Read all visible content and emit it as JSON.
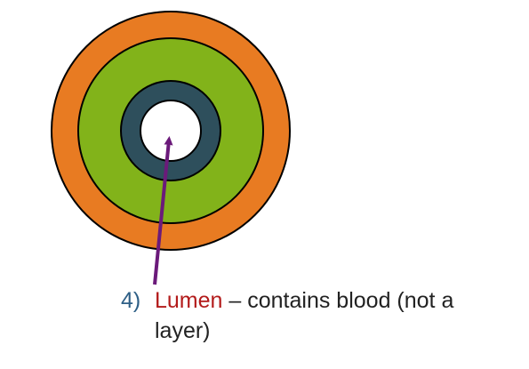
{
  "diagram": {
    "layers": [
      {
        "id": "outer",
        "color": "#e87b22"
      },
      {
        "id": "middle",
        "color": "#82b31a"
      },
      {
        "id": "inner",
        "color": "#2e4f5c"
      },
      {
        "id": "lumen",
        "color": "#ffffff"
      }
    ],
    "arrow_color": "#6b1a7a"
  },
  "caption": {
    "number": "4)",
    "term": "Lumen",
    "text_line1": " – contains blood (not a",
    "text_line2": "layer)"
  }
}
